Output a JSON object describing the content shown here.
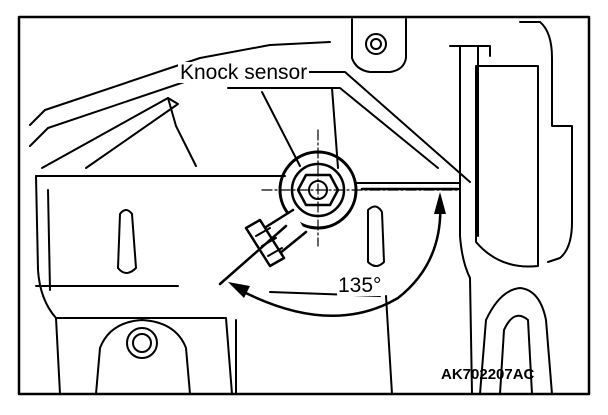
{
  "figure": {
    "callout_label": "Knock sensor",
    "angle_label": "135°",
    "figure_code": "AK702207AC"
  },
  "colors": {
    "line": "#000000",
    "background": "#ffffff"
  }
}
